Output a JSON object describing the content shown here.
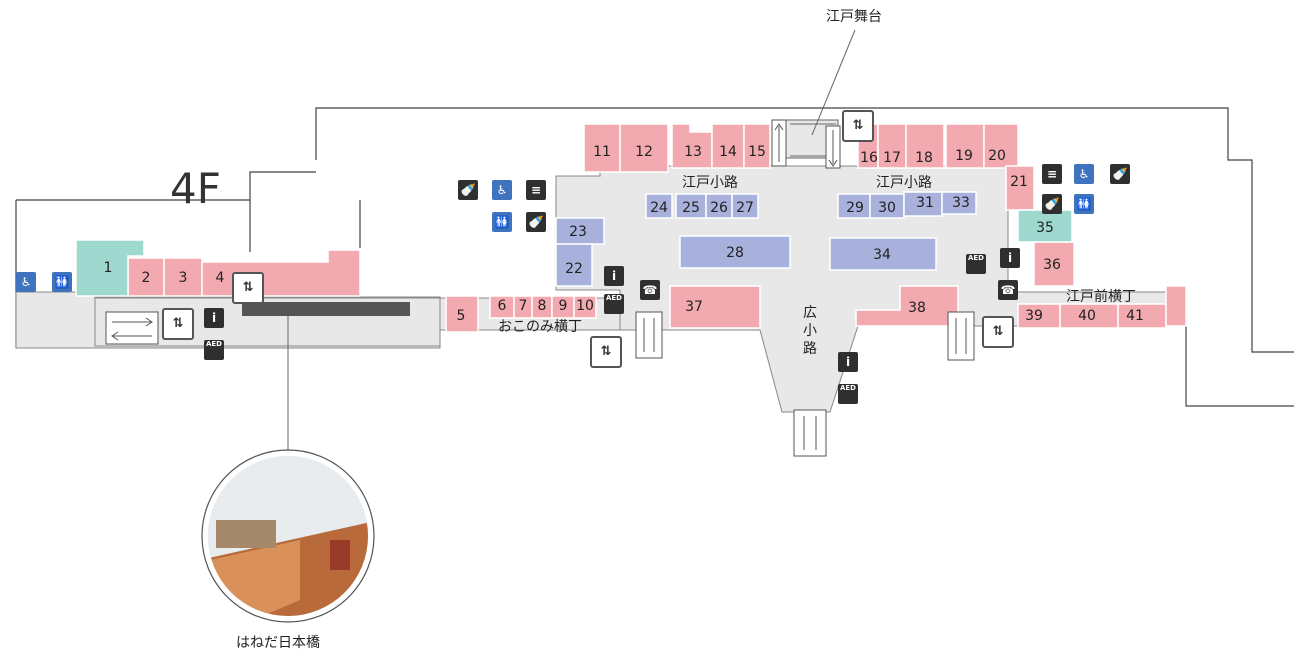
{
  "floor": "4F",
  "labels": {
    "edo_butai": "江戸舞台",
    "edo_koji_1": "江戸小路",
    "edo_koji_2": "江戸小路",
    "hiro_koji_1": "広",
    "hiro_koji_2": "小",
    "hiro_koji_3": "路",
    "okonomi_yokocho": "おこのみ横丁",
    "edo_mae_yokocho": "江戸前横丁",
    "haneda_nihonbashi": "はねだ日本橋"
  },
  "shops": [
    "1",
    "2",
    "3",
    "4",
    "5",
    "6",
    "7",
    "8",
    "9",
    "10",
    "11",
    "12",
    "13",
    "14",
    "15",
    "16",
    "17",
    "18",
    "19",
    "20",
    "21",
    "22",
    "23",
    "24",
    "25",
    "26",
    "27",
    "28",
    "29",
    "30",
    "31",
    "33",
    "34",
    "35",
    "36",
    "37",
    "38",
    "39",
    "40",
    "41"
  ],
  "colors": {
    "shop_pink": "#f2a9b0",
    "shop_blue": "#a8b0dc",
    "shop_teal": "#9fd8cf",
    "corridor": "#e8e8e8",
    "icon_dark": "#2f2f2f",
    "icon_blue": "#3f73bd"
  },
  "icons": {
    "toilet": "restroom-icon",
    "accessible": "accessible-toilet-icon",
    "nursing": "nursing-room-icon",
    "smoking": "smoking-room-icon",
    "info": "information-icon",
    "aed": "aed-icon",
    "phone": "telephone-icon",
    "elevator": "elevator-icon",
    "escalator": "escalator-icon",
    "moving_walkway": "moving-walkway-icon",
    "aed_text": "AED"
  }
}
